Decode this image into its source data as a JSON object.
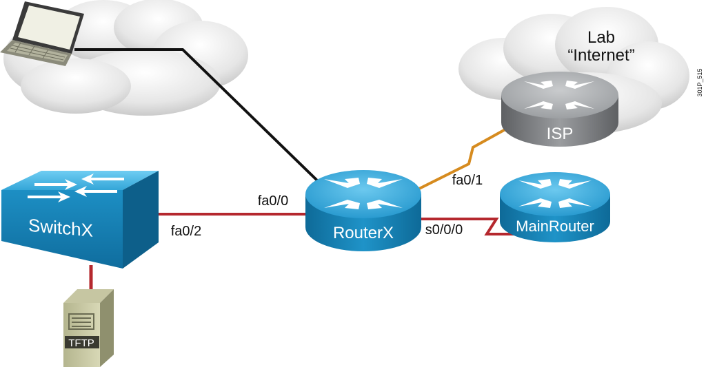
{
  "labels": {
    "lab_internet_line1": "Lab",
    "lab_internet_line2": "“Internet”",
    "isp": "ISP",
    "router_x": "RouterX",
    "main_router": "MainRouter",
    "switch_x": "SwitchX",
    "tftp": "TFTP",
    "fa0_0": "fa0/0",
    "fa0_1": "fa0/1",
    "fa0_2": "fa0/2",
    "s0_0_0": "s0/0/0",
    "figure_id": "301P_515"
  },
  "colors": {
    "router_blue": "#1e8ec4",
    "router_top": "#4fb6e2",
    "isp_gray": "#8a8c8f",
    "link_red": "#b5282e",
    "link_orange": "#d68b1f",
    "link_black": "#111111",
    "cloud": "#dcdcdc"
  },
  "icons": [
    "laptop-icon",
    "cloud-icon",
    "router-icon",
    "switch-icon",
    "server-icon"
  ]
}
